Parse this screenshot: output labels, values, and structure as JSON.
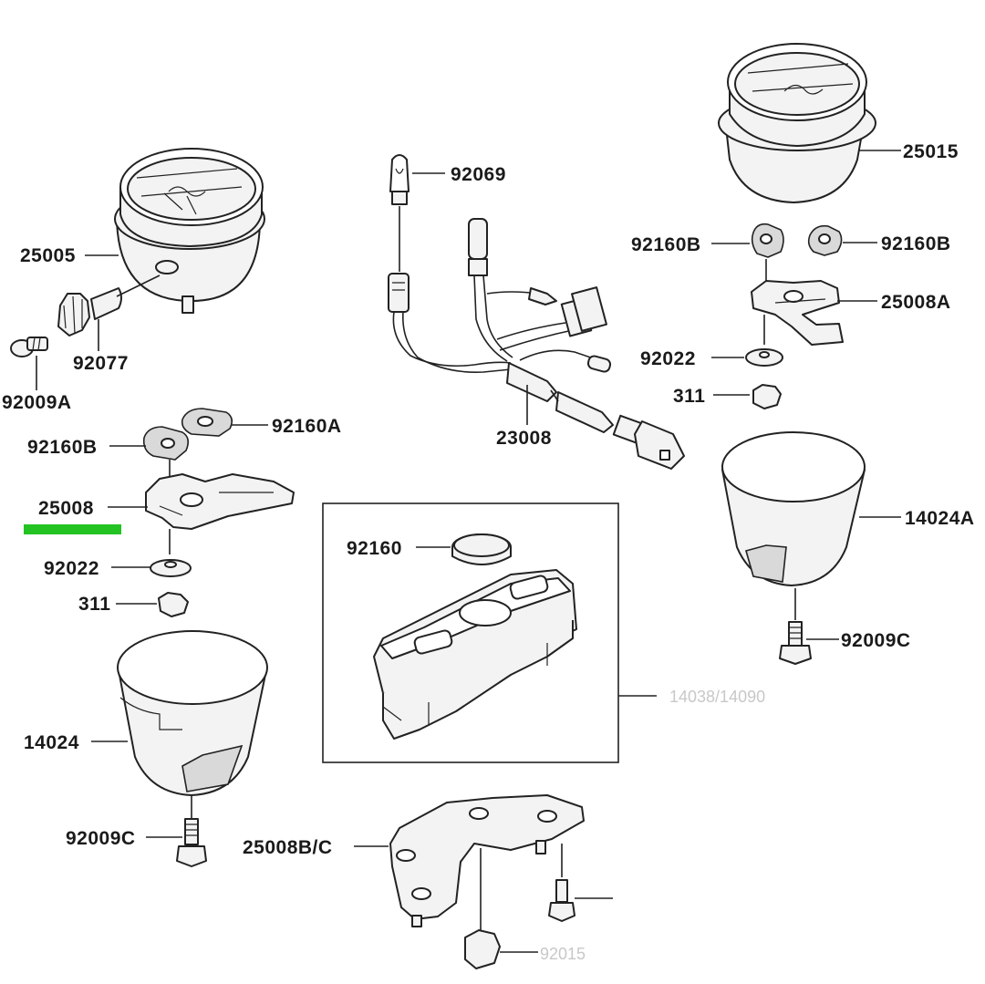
{
  "diagram": {
    "title": "Meter parts exploded view",
    "highlight_color": "#22c322",
    "labels": {
      "p25005": "25005",
      "p92077": "92077",
      "p92009A": "92009A",
      "p92160A": "92160A",
      "p92160B_left": "92160B",
      "p25008": "25008",
      "p92022_left": "92022",
      "p311_left": "311",
      "p14024": "14024",
      "p92009C_left": "92009C",
      "p92069": "92069",
      "p23008": "23008",
      "p92160": "92160",
      "p25008BC": "25008B/C",
      "p25015": "25015",
      "p92160B_r1": "92160B",
      "p92160B_r2": "92160B",
      "p25008A": "25008A",
      "p92022_right": "92022",
      "p311_right": "311",
      "p14024A": "14024A",
      "p92009C_right": "92009C"
    },
    "faint_labels": {
      "box_ref": "14038/14090",
      "nut_ref": "92015"
    }
  }
}
